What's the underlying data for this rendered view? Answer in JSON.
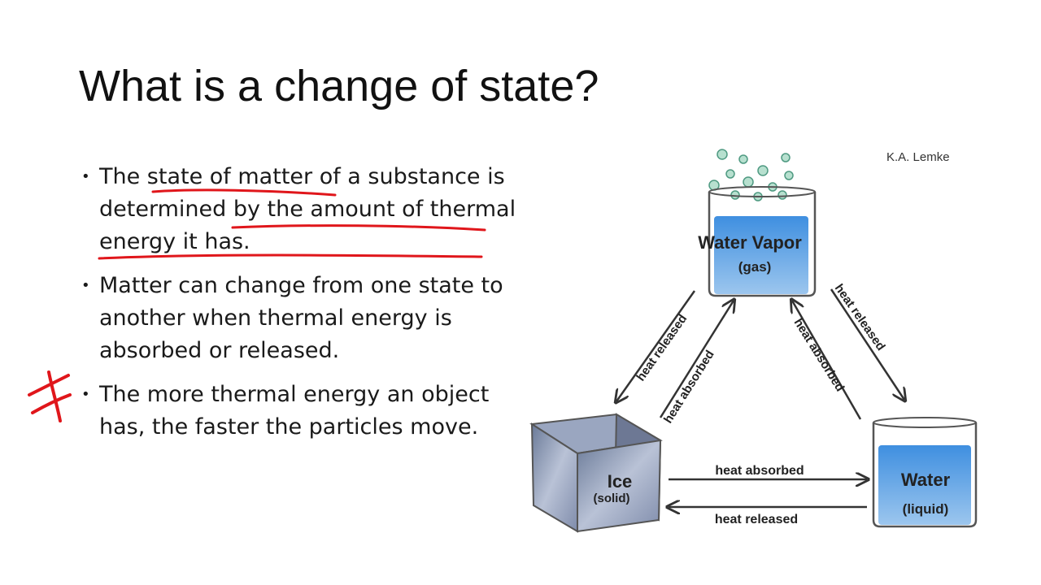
{
  "slide": {
    "title": "What is a change of state?",
    "bullets": [
      "The state of matter of a substance is determined by the amount of thermal energy it has.",
      "Matter can change from one state to another when thermal energy is absorbed or released.",
      "The more thermal energy an object has, the faster the particles move."
    ]
  },
  "diagram": {
    "credit": "K.A. Lemke",
    "gas": {
      "name": "Water Vapor",
      "state": "(gas)"
    },
    "liquid": {
      "name": "Water",
      "state": "(liquid)"
    },
    "solid": {
      "name": "Ice",
      "state": "(solid)"
    },
    "arrows": {
      "gas_to_solid": "heat released",
      "solid_to_gas": "heat absorbed",
      "liquid_to_gas": "heat absorbed",
      "gas_to_liquid": "heat released",
      "solid_to_liquid": "heat absorbed",
      "liquid_to_solid": "heat released"
    }
  },
  "colors": {
    "annotation": "#e0161b",
    "water": "#4a90d9"
  }
}
